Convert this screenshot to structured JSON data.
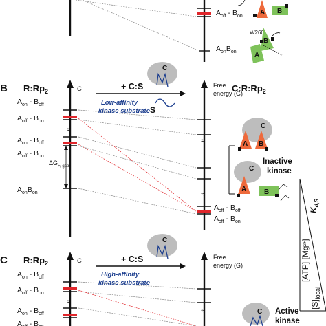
{
  "panels": {
    "b": {
      "letter": "B",
      "left_title": "R:Rp",
      "left_title_sub": "2",
      "right_title": "C:R:Rp",
      "right_title_sub": "2",
      "reagent": "+ C:S",
      "substrate_line1": "Low-affinity",
      "substrate_line2": "kinase substrate",
      "state_label": "Inactive",
      "state_label2": "kinase",
      "s_label": "S"
    },
    "c": {
      "letter": "C",
      "left_title": "R:Rp",
      "left_title_sub": "2",
      "reagent": "+ C:S",
      "substrate_line1": "High-affinity",
      "substrate_line2": "kinase substrate",
      "state_label": "Active",
      "state_label2": "kinase"
    }
  },
  "axis": {
    "left_g": "G",
    "right_line1": "Free",
    "right_line2": "energy (G)"
  },
  "levels": {
    "on_off": "A",
    "off_on": "A",
    "on_on": "A",
    "top_off_on": "A  - B",
    "top_on_on": "A B"
  },
  "gap_label": "ΔG",
  "gap_sub": "F, gap",
  "mutant_label": "W260",
  "subunits": {
    "a": "A",
    "b": "B",
    "c": "C"
  },
  "side_axis": {
    "main": "K",
    "main_sub": "d,S",
    "atp": "[ATP] [Mg",
    "atp_sup": "2+",
    "atp_end": "]",
    "s": "[S]",
    "s_sub": "local"
  },
  "colors": {
    "red": "#e0262b",
    "orange": "#ee6a3c",
    "green": "#7ec25a",
    "gray": "#bdbdbd",
    "blue": "#1d3f8f"
  }
}
